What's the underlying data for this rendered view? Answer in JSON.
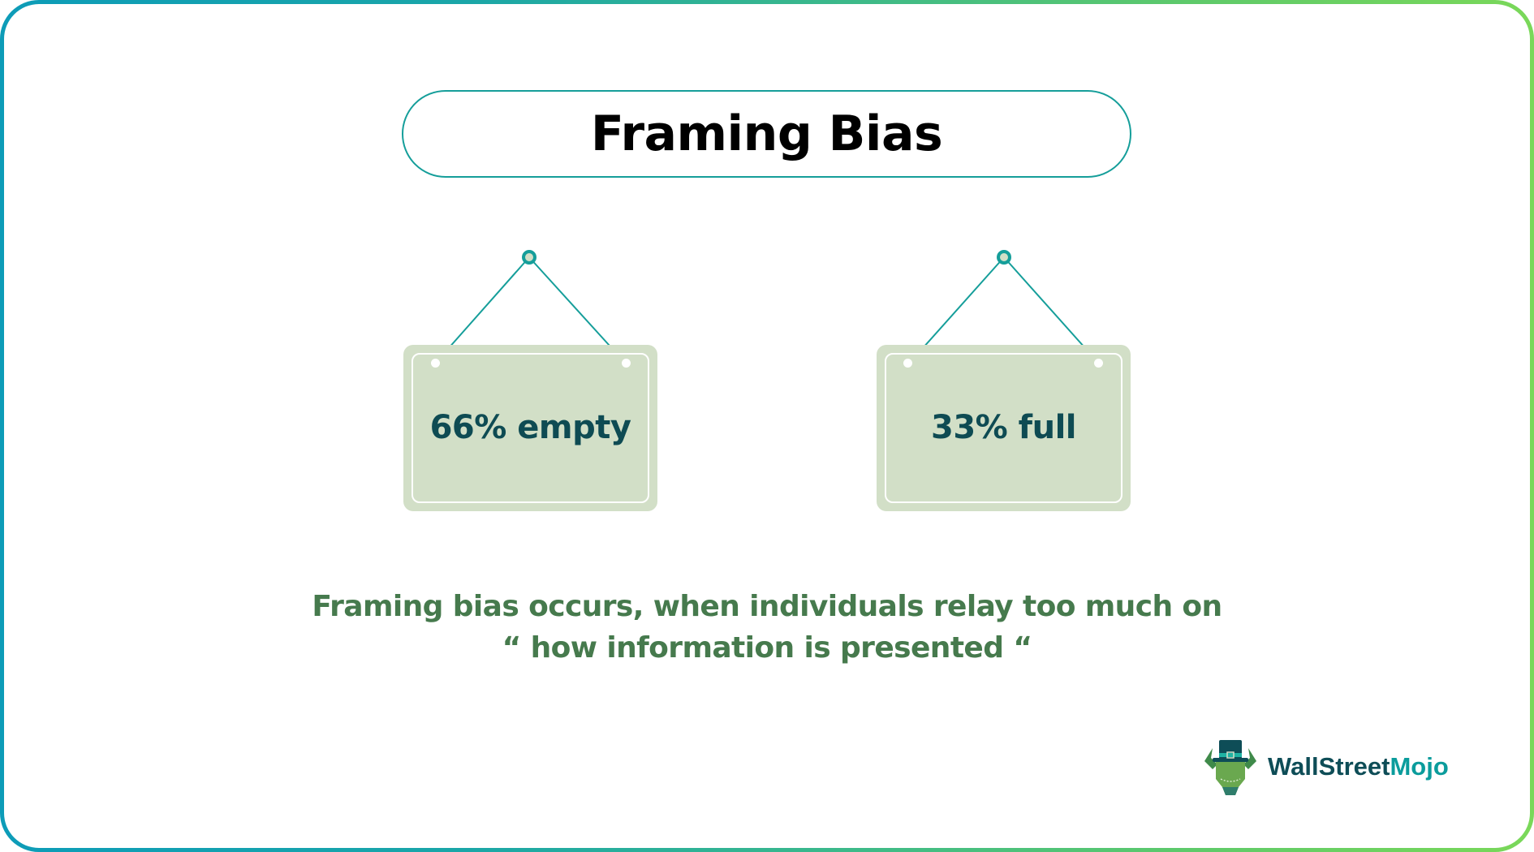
{
  "title": "Framing Bias",
  "signs": [
    {
      "label": "66% empty"
    },
    {
      "label": "33% full"
    }
  ],
  "description": {
    "line1": "Framing bias occurs, when individuals relay too much on",
    "line2": "“ how information is presented “"
  },
  "logo": {
    "part1": "WallStreet",
    "part2": "Mojo",
    "icon": "bull-with-top-hat-icon"
  },
  "colors": {
    "border_gradient_start": "#0d9cb8",
    "border_gradient_mid": "#3cb98a",
    "border_gradient_end": "#7ad859",
    "pill_border": "#159e9a",
    "title_text": "#000000",
    "sign_fill": "#d2dfc7",
    "sign_text": "#0e4b53",
    "rope": "#159e9a",
    "description_text": "#467a4d",
    "logo_dark": "#0e4d57",
    "logo_teal": "#0b9c9c"
  }
}
